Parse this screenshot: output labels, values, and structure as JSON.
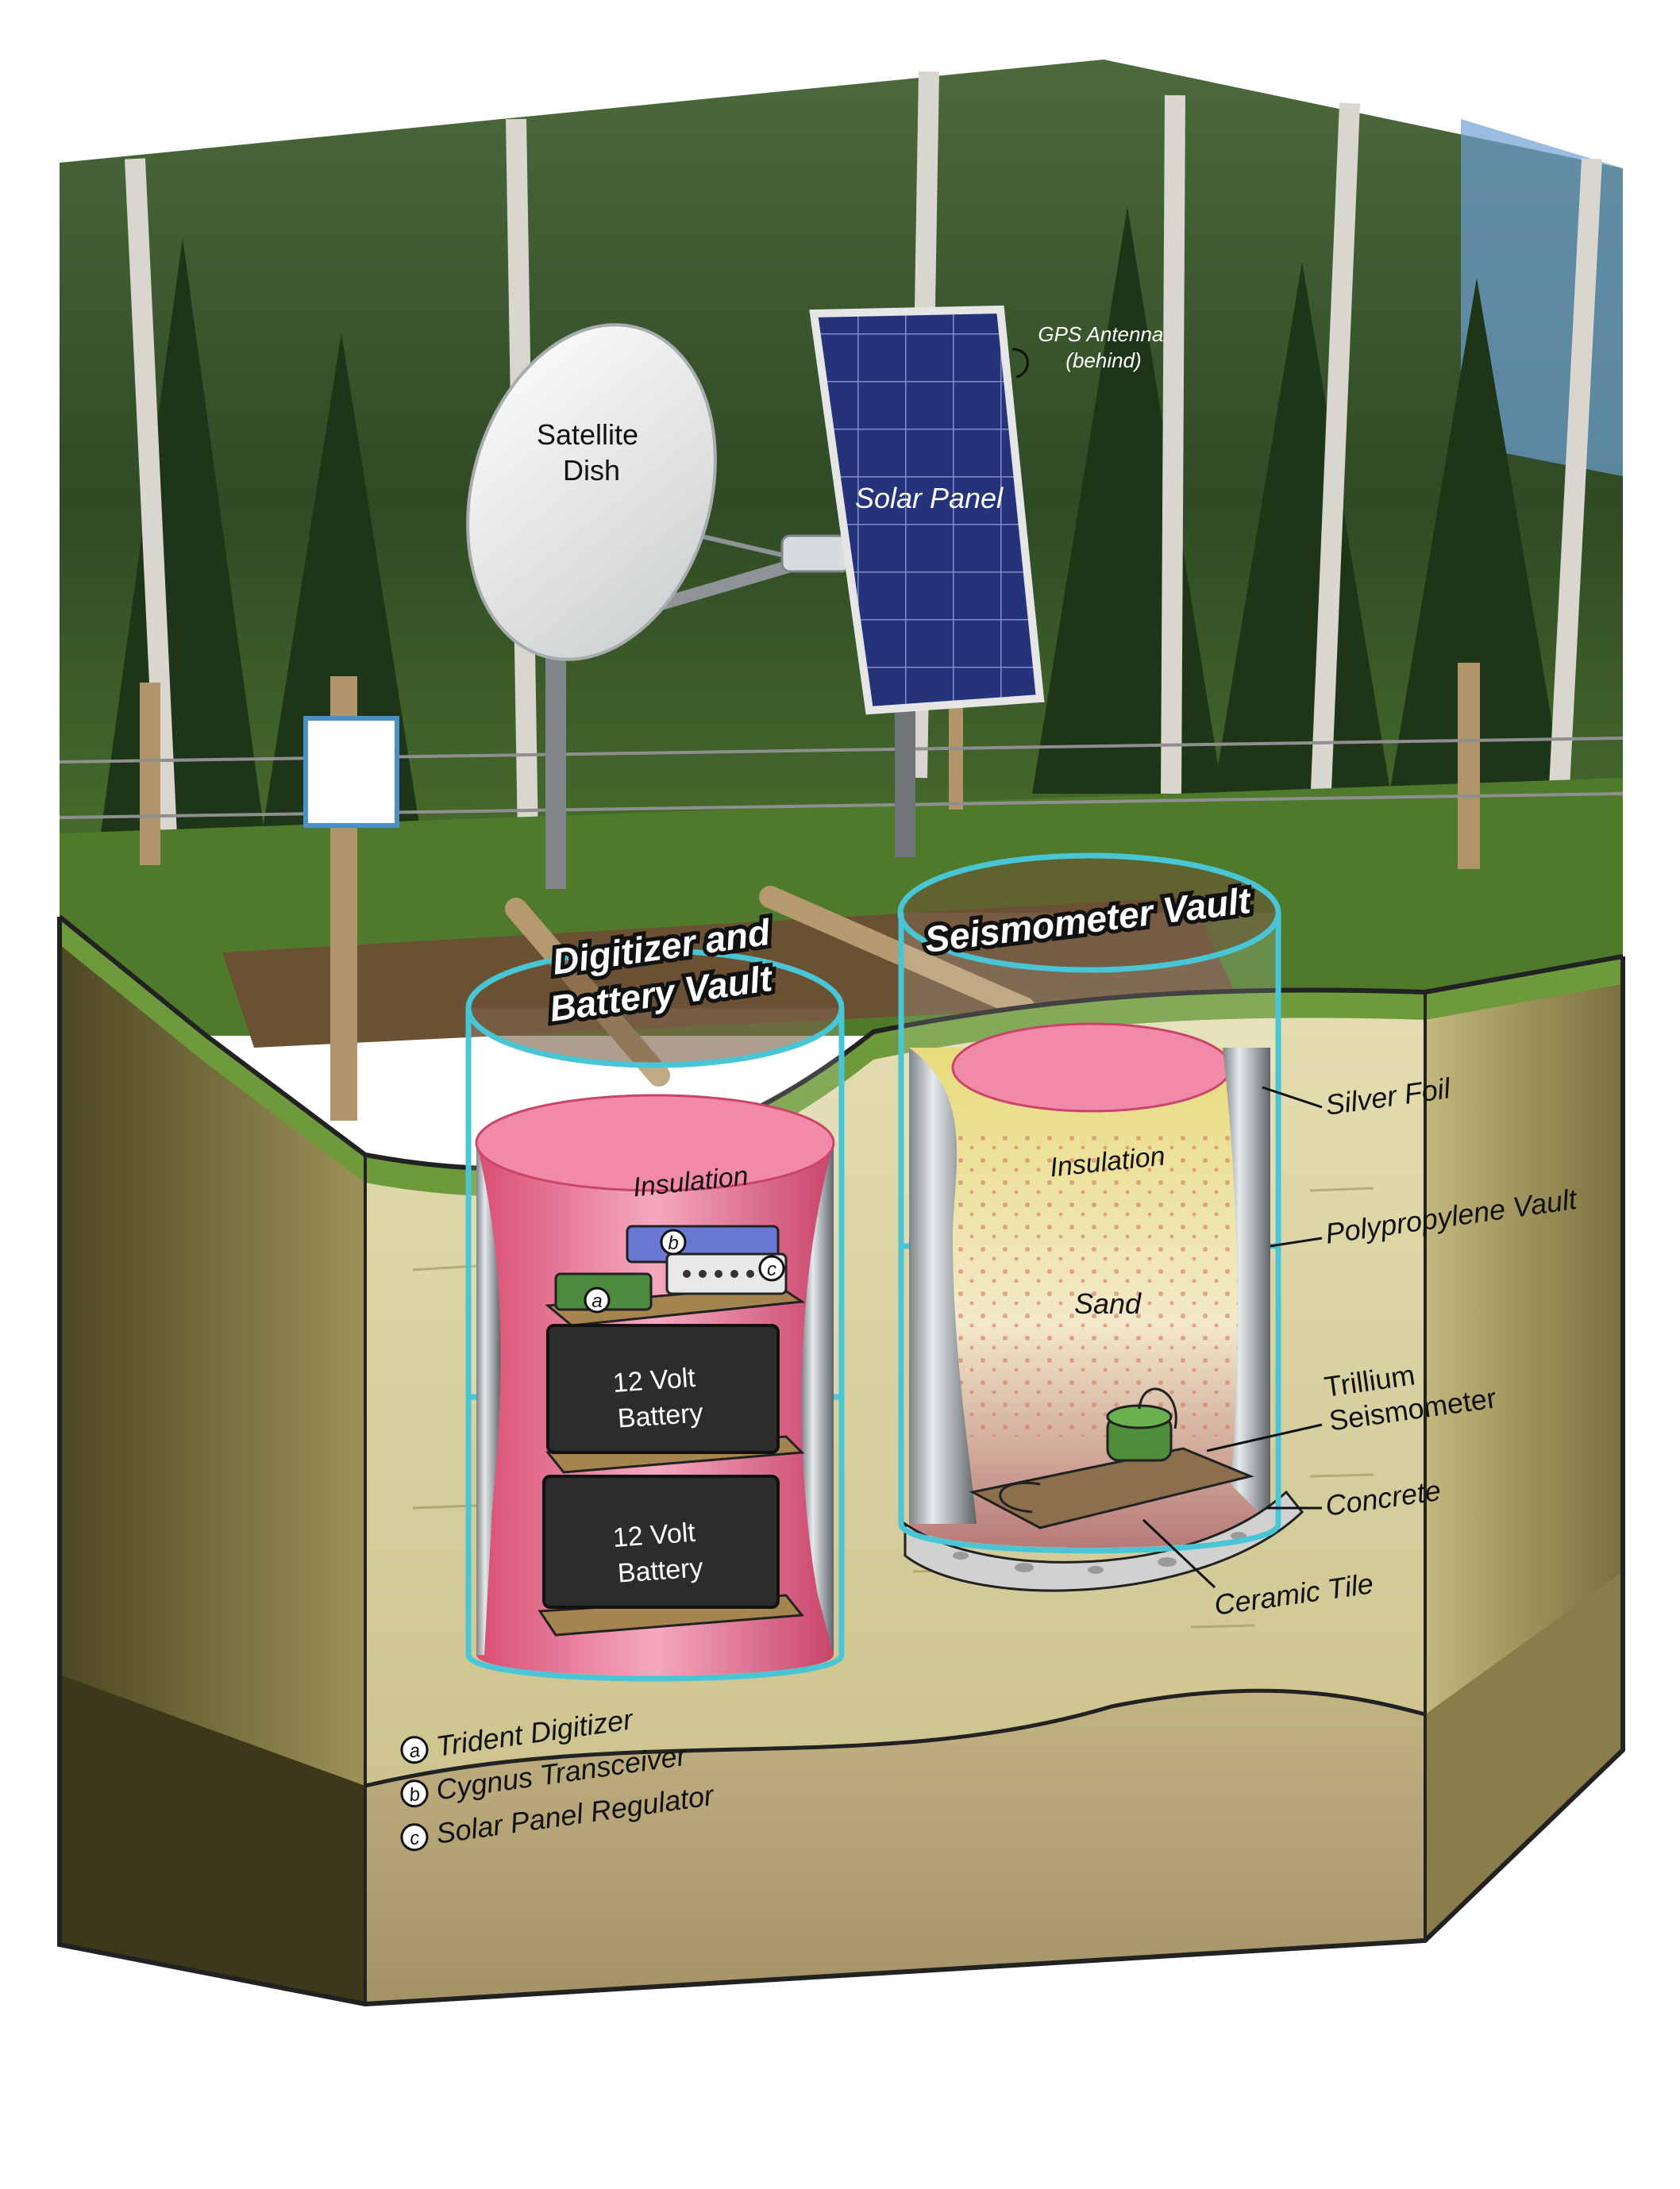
{
  "labels": {
    "satellite_dish": [
      "Satellite",
      "Dish"
    ],
    "solar_panel": "Solar Panel",
    "gps_antenna": [
      "GPS Antenna",
      "(behind)"
    ],
    "digitizer_vault": [
      "Digitizer and",
      "Battery Vault"
    ],
    "seismometer_vault": "Seismometer Vault",
    "insulation_left": "Insulation",
    "insulation_right": "Insulation",
    "battery_top": [
      "12 Volt",
      "Battery"
    ],
    "battery_bottom": [
      "12 Volt",
      "Battery"
    ],
    "sand": "Sand",
    "silver_foil": "Silver Foil",
    "polypropylene_vault": "Polypropylene Vault",
    "trillium": [
      "Trillium",
      "Seismometer"
    ],
    "concrete": "Concrete",
    "ceramic_tile": "Ceramic Tile"
  },
  "markers": {
    "a": "a",
    "b": "b",
    "c": "c"
  },
  "legend": [
    {
      "marker": "a",
      "text": "Trident Digitizer"
    },
    {
      "marker": "b",
      "text": "Cygnus Transceiver"
    },
    {
      "marker": "c",
      "text": "Solar Panel Regulator"
    }
  ],
  "colors": {
    "soil": "#d9d3a4",
    "soil_dark": "#6b6331",
    "bedrock": "#b7a978",
    "grass": "#6f9a3c",
    "vault_outline": "#49c6d6",
    "insulation": "#e8577f",
    "battery": "#2c2c2c"
  }
}
